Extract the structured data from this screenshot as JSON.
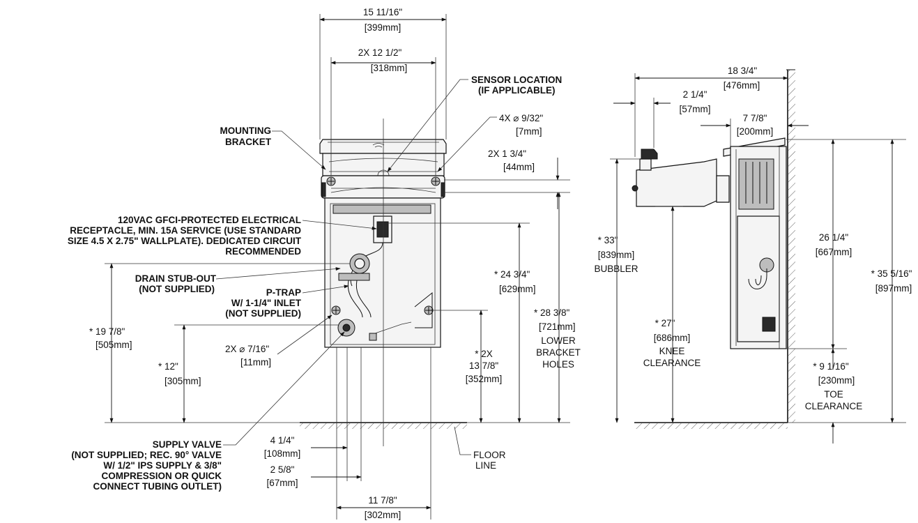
{
  "front_view": {
    "labels": {
      "mounting_bracket": [
        "MOUNTING",
        "BRACKET"
      ],
      "sensor_location": [
        "SENSOR LOCATION",
        "(IF APPLICABLE)"
      ],
      "electrical": [
        "120VAC GFCI-PROTECTED ELECTRICAL",
        "RECEPTACLE, MIN. 15A SERVICE (USE STANDARD",
        "SIZE 4.5 X 2.75\" WALLPLATE). DEDICATED CIRCUIT",
        "RECOMMENDED"
      ],
      "drain_stub": [
        "DRAIN STUB-OUT",
        "(NOT SUPPLIED)"
      ],
      "p_trap": [
        "P-TRAP",
        "W/ 1-1/4\" INLET",
        "(NOT SUPPLIED)"
      ],
      "supply_valve": [
        "SUPPLY VALVE",
        "(NOT SUPPLIED; REC. 90° VALVE",
        "W/ 1/2\" IPS SUPPLY & 3/8\"",
        "COMPRESSION OR QUICK",
        "CONNECT TUBING OUTLET)"
      ],
      "floor_line": [
        "FLOOR",
        "LINE"
      ],
      "lower_bracket": [
        "LOWER",
        "BRACKET",
        "HOLES"
      ]
    },
    "dimensions": {
      "overall_width": [
        "15 11/16\"",
        "[399mm]"
      ],
      "bracket_spacing": [
        "2X  12 1/2\"",
        "[318mm]"
      ],
      "mount_holes": [
        "4X ⌀ 9/32\"",
        "[7mm]"
      ],
      "bracket_offset": [
        "2X  1 3/4\"",
        "[44mm]"
      ],
      "lower_holes": [
        "2X ⌀ 7/16\"",
        "[11mm]"
      ],
      "drain_height": [
        "*  19 7/8\"",
        "[505mm]"
      ],
      "supply_height": [
        "*    12\"",
        "[305mm]"
      ],
      "receptacle_height": [
        "* 24 3/4\"",
        "[629mm]"
      ],
      "lower_bracket_height": [
        "* 28 3/8\"",
        "[721mm]"
      ],
      "lower_hole_height": [
        "* 2X",
        "13 7/8\"",
        "[352mm]"
      ],
      "supply_offset": [
        "4 1/4\"",
        "[108mm]"
      ],
      "drain_offset": [
        "2 5/8\"",
        "[67mm]"
      ],
      "base_width": [
        "11 7/8\"",
        "[302mm]"
      ]
    }
  },
  "side_view": {
    "dimensions": {
      "overall_depth": [
        "18 3/4\"",
        "[476mm]"
      ],
      "bubbler_offset": [
        "2 1/4\"",
        "[57mm]"
      ],
      "cabinet_depth": [
        "7 7/8\"",
        "[200mm]"
      ],
      "cabinet_height": [
        "26 1/4\"",
        "[667mm]"
      ],
      "total_height": [
        "* 35 5/16\"",
        "[897mm]"
      ],
      "bubbler_height": [
        "*       33\"",
        "[839mm]",
        "BUBBLER"
      ],
      "knee_clearance": [
        "*      27\"",
        "[686mm]",
        "KNEE",
        "CLEARANCE"
      ],
      "toe_clearance": [
        "* 9 1/16\"",
        "[230mm]",
        "TOE",
        "CLEARANCE"
      ]
    }
  }
}
